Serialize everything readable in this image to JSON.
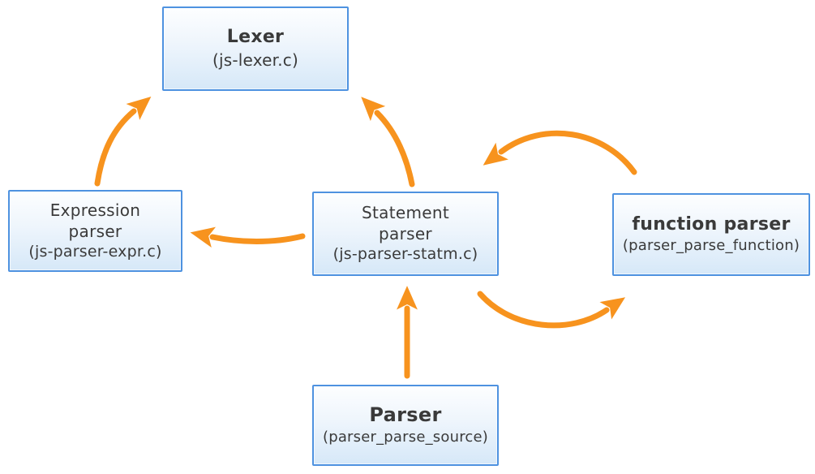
{
  "diagram": {
    "background_color": "#ffffff",
    "arrow_color": "#F7931E",
    "node_border_color": "#4E92E0",
    "node_fill_top": "#FDFEFF",
    "node_fill_bottom": "#D6E8F8",
    "text_color": "#3A3A3A",
    "nodes": {
      "lexer": {
        "label": "Lexer",
        "sublabel": "(js-lexer.c)"
      },
      "expression_parser": {
        "label": "Expression\nparser",
        "sublabel": "(js-parser-expr.c)"
      },
      "statement_parser": {
        "label": "Statement\nparser",
        "sublabel": "(js-parser-statm.c)"
      },
      "function_parser": {
        "label": "function parser",
        "sublabel": "(parser_parse_function)"
      },
      "parser": {
        "label": "Parser",
        "sublabel": "(parser_parse_source)"
      }
    },
    "edges": [
      {
        "from": "expression_parser",
        "to": "lexer"
      },
      {
        "from": "statement_parser",
        "to": "lexer"
      },
      {
        "from": "statement_parser",
        "to": "expression_parser"
      },
      {
        "from": "function_parser",
        "to": "statement_parser"
      },
      {
        "from": "statement_parser",
        "to": "function_parser"
      },
      {
        "from": "parser",
        "to": "statement_parser"
      }
    ]
  }
}
